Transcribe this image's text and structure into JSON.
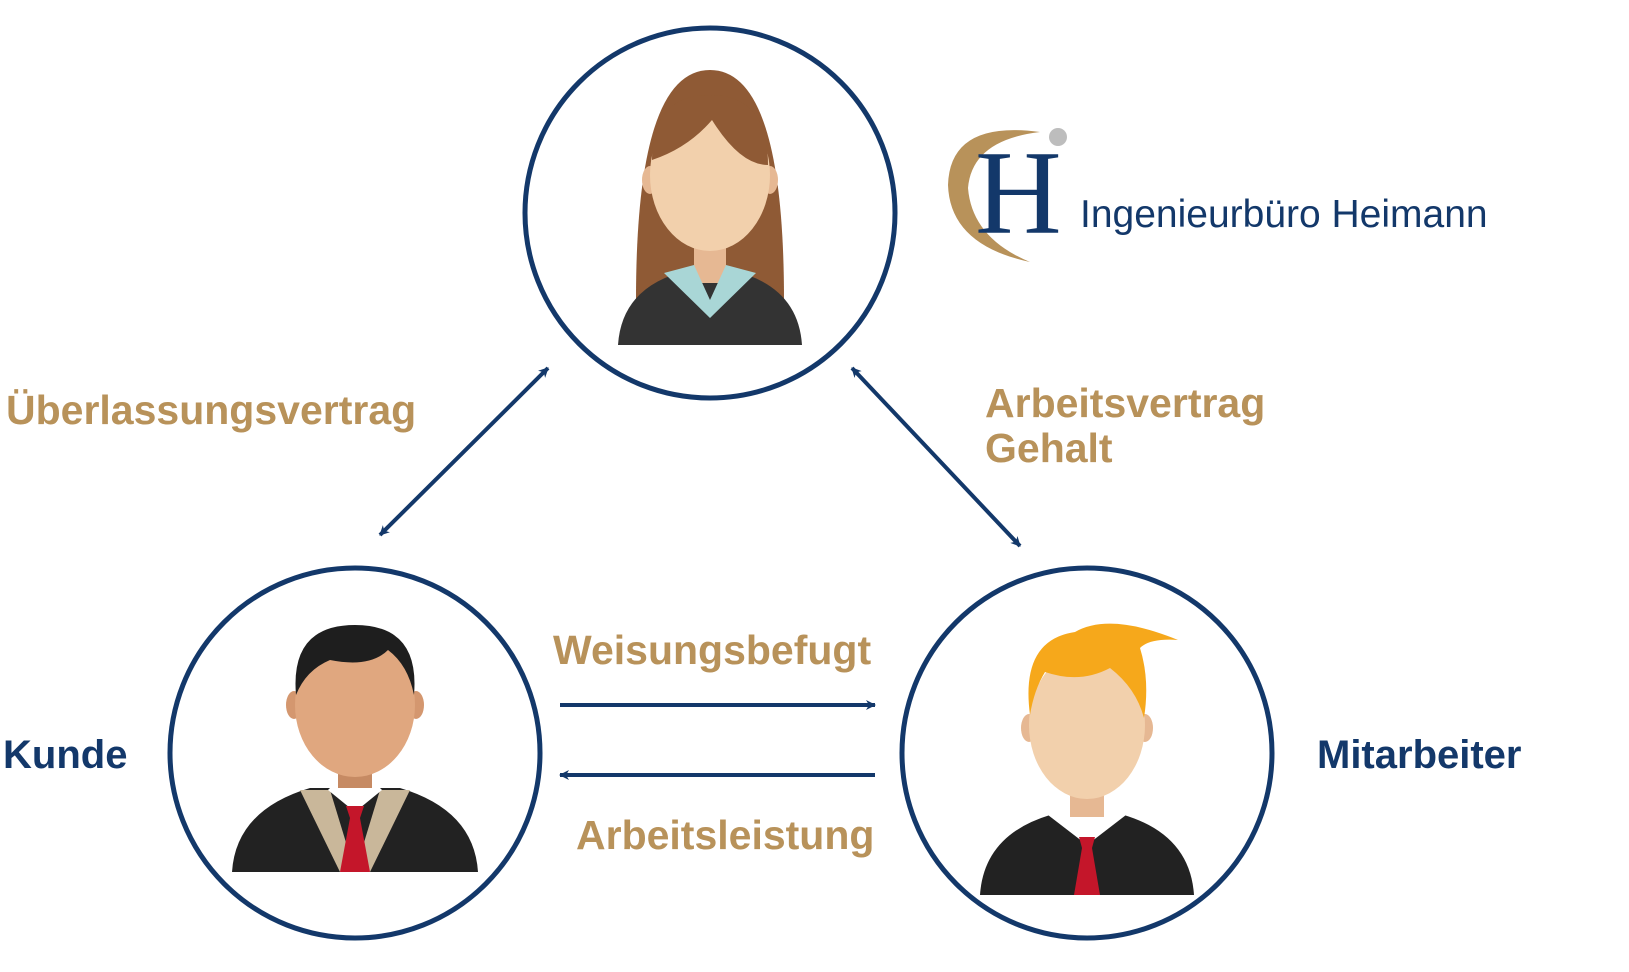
{
  "colors": {
    "navy": "#13386A",
    "gold": "#B8925A",
    "skin_light": "#F2D0AC",
    "skin_tan": "#E0A77F",
    "hair_brown": "#8F5A35",
    "hair_blond": "#F6A81B",
    "hair_black": "#1E1E1E",
    "suit_dark": "#222222",
    "tie_red": "#C4162A",
    "blouse_mint": "#A9D6D6"
  },
  "logo": {
    "letter": "H",
    "name": "Ingenieurbüro Heimann"
  },
  "nodes": [
    {
      "id": "agency",
      "label": "",
      "icon": "woman-avatar-icon"
    },
    {
      "id": "customer",
      "label": "Kunde",
      "icon": "businessman-avatar-icon"
    },
    {
      "id": "employee",
      "label": "Mitarbeiter",
      "icon": "blond-man-avatar-icon"
    }
  ],
  "edges": [
    {
      "from": "agency",
      "to": "customer",
      "direction": "both",
      "label": "Überlassungsvertrag"
    },
    {
      "from": "agency",
      "to": "employee",
      "direction": "both",
      "label_lines": [
        "Arbeitsvertrag",
        "Gehalt"
      ]
    },
    {
      "from": "customer",
      "to": "employee",
      "direction": "forward",
      "label": "Weisungsbefugt"
    },
    {
      "from": "employee",
      "to": "customer",
      "direction": "forward",
      "label": "Arbeitsleistung"
    }
  ]
}
